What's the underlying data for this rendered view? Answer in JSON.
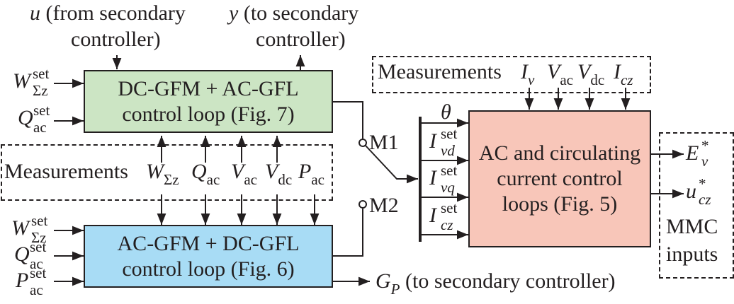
{
  "colors": {
    "gfl_block_fill": "#cce5c4",
    "gfm_block_fill": "#a8dcf5",
    "current_block_fill": "#f8c6b9",
    "line": "#231f20"
  },
  "top_labels": {
    "u_symbol": "u",
    "u_text_line1": "(from secondary",
    "u_text_line2": "controller)",
    "y_symbol": "y",
    "y_text_line1": "(to secondary",
    "y_text_line2": "controller)"
  },
  "blocks": {
    "dc_gfm": {
      "line1": "DC-GFM + AC-GFL",
      "line2": "control loop (Fig. 7)"
    },
    "ac_gfm": {
      "line1": "AC-GFM + DC-GFL",
      "line2": "control loop (Fig. 6)"
    },
    "current": {
      "line1": "AC and circulating",
      "line2": "current control",
      "line3": "loops (Fig. 5)"
    }
  },
  "dc_gfm_inputs": [
    {
      "base": "W",
      "sup": "set",
      "sub": "Σz"
    },
    {
      "base": "Q",
      "sup": "set",
      "sub": "ac"
    }
  ],
  "ac_gfm_inputs": [
    {
      "base": "W",
      "sup": "set",
      "sub": "Σz"
    },
    {
      "base": "Q",
      "sup": "set",
      "sub": "ac"
    },
    {
      "base": "P",
      "sup": "set",
      "sub": "ac"
    }
  ],
  "left_measurements": {
    "title": "Measurements",
    "signals": [
      {
        "base": "W",
        "sub": "Σz"
      },
      {
        "base": "Q",
        "sub": "ac"
      },
      {
        "base": "V",
        "sub": "ac"
      },
      {
        "base": "V",
        "sub": "dc"
      },
      {
        "base": "P",
        "sub": "ac"
      }
    ]
  },
  "right_measurements": {
    "title": "Measurements",
    "signals": [
      {
        "base": "I",
        "sub": "v"
      },
      {
        "base": "V",
        "sub": "ac"
      },
      {
        "base": "V",
        "sub": "dc"
      },
      {
        "base": "I",
        "sub": "cz"
      }
    ]
  },
  "switch": {
    "m1": "M1",
    "m2": "M2"
  },
  "bus_signals": [
    {
      "base": "θ",
      "sup": "",
      "sub": ""
    },
    {
      "base": "I",
      "sup": "set",
      "sub": "vd"
    },
    {
      "base": "I",
      "sup": "set",
      "sub": "vq"
    },
    {
      "base": "I",
      "sup": "set",
      "sub": "cz"
    }
  ],
  "outputs": {
    "e_base": "E",
    "e_sup": "*",
    "e_sub": "v",
    "u_base": "u",
    "u_sup": "*",
    "u_sub": "cz",
    "mmc_line1": "MMC",
    "mmc_line2": "inputs"
  },
  "gp_output": {
    "base": "G",
    "sub": "P",
    "text": "(to secondary controller)"
  }
}
